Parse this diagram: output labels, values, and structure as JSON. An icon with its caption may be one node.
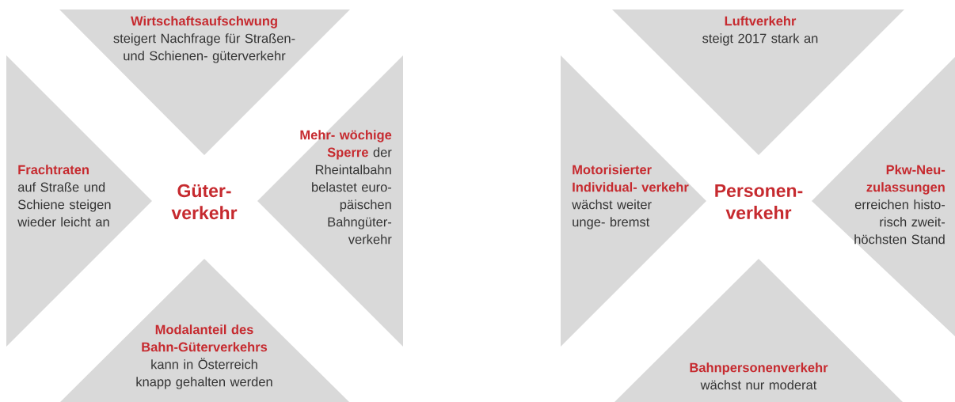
{
  "diagram": {
    "nodes": [
      {
        "text": [
          "Wirtschaftsaufschwung",
          "steigert Nachfrage für Straßen- und Schienen- güterverkehr"
        ]
      },
      {
        "text": [
          "Frachtraten",
          "auf Straße und Schiene steigen wieder leicht an"
        ]
      },
      {
        "text": [
          "**Mehr- wöchige Sperre** der Rheintalbahn belastet euro- päischen Bahngüter- verkehr"
        ]
      },
      {
        "text": [
          "Modalanteil des Bahn-Güterverkehrs",
          "kann in Österreich knapp gehalten werden"
        ]
      },
      {
        "text": [
          "Luftverkehr",
          "steigt 2017 stark an"
        ]
      },
      {
        "text": [
          "**Motorisierter Individual- verkehr** wächst weiter unge- bremst"
        ]
      },
      {
        "text": [
          "Pkw-Neu- zulassungen",
          "erreichen histo- risch zweit- höchsten Stand"
        ]
      },
      {
        "text": [
          "Bahnpersonenverkehr",
          "wächst nur moderat"
        ]
      }
    ],
    "labels": [
      "Güter- verkehr",
      "Personen- verkehr"
    ]
  }
}
